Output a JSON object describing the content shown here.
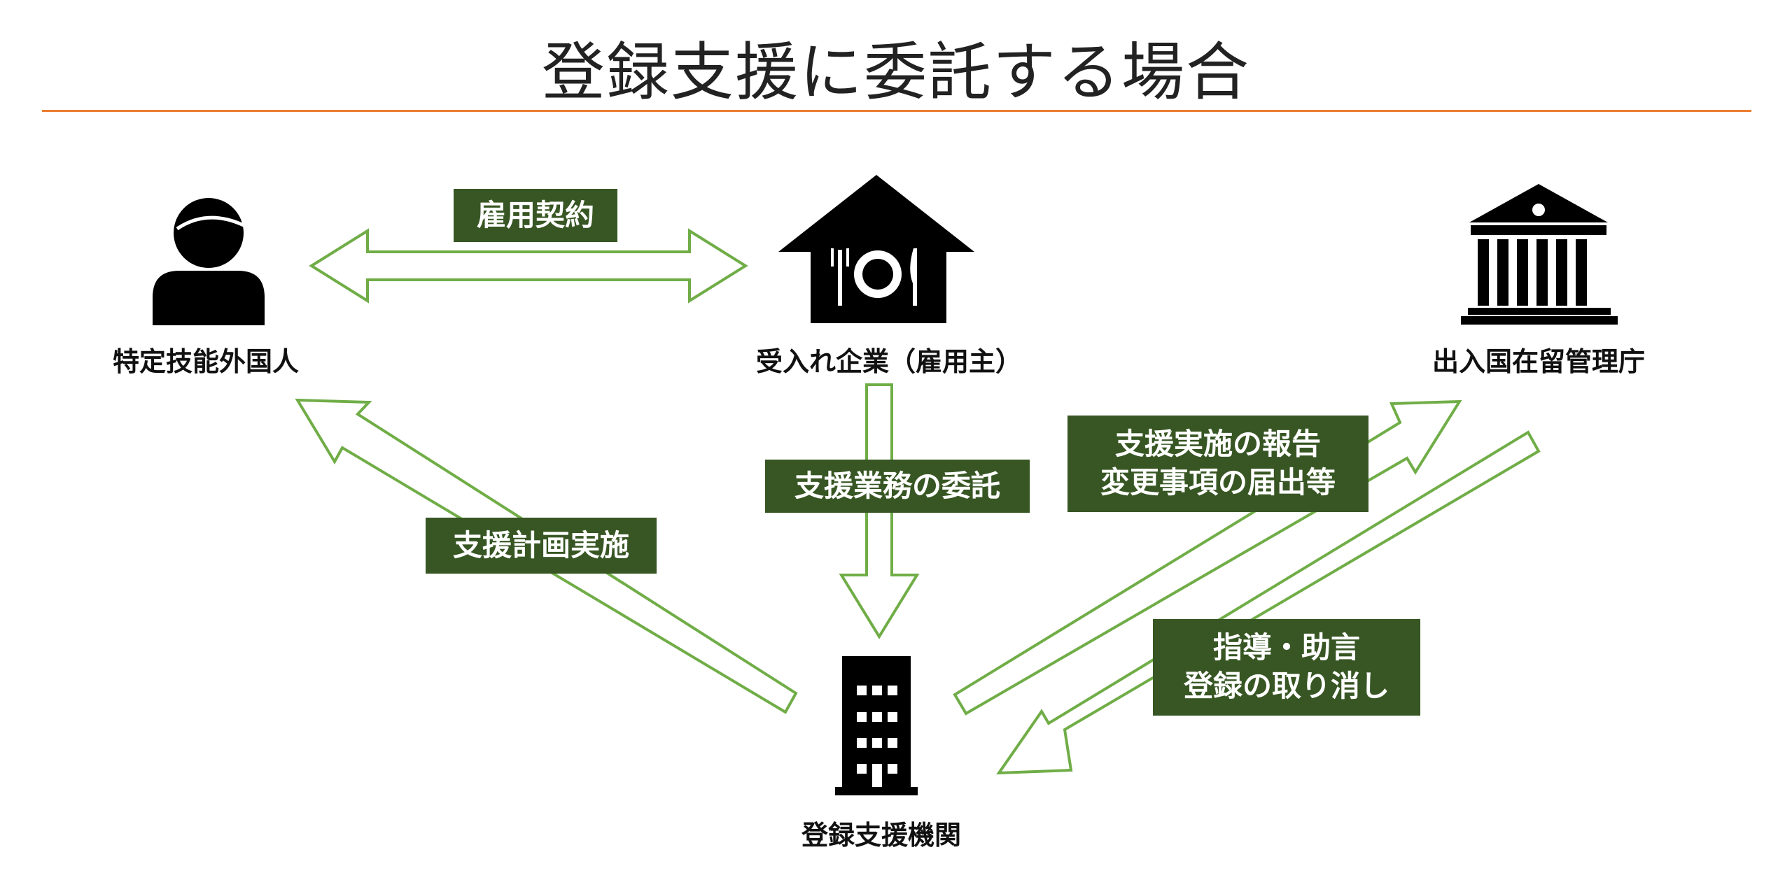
{
  "title": "登録支援に委託する場合",
  "colors": {
    "accent_line": "#ed7d31",
    "arrow": "#70ad47",
    "tag_bg": "#375623",
    "icon": "#000000"
  },
  "nodes": {
    "worker": {
      "label": "特定技能外国人",
      "icon": "person-icon"
    },
    "employer": {
      "label": "受入れ企業（雇用主）",
      "icon": "restaurant-house-icon"
    },
    "immigration": {
      "label": "出入国在留管理庁",
      "icon": "government-building-icon"
    },
    "support_org": {
      "label": "登録支援機関",
      "icon": "office-building-icon"
    }
  },
  "relations": {
    "contract": {
      "lines": [
        "雇用契約"
      ]
    },
    "outsourcing": {
      "lines": [
        "支援業務の委託"
      ]
    },
    "support_plan": {
      "lines": [
        "支援計画実施"
      ]
    },
    "report": {
      "lines": [
        "支援実施の報告",
        "変更事項の届出等"
      ]
    },
    "guidance": {
      "lines": [
        "指導・助言",
        "登録の取り消し"
      ]
    }
  }
}
